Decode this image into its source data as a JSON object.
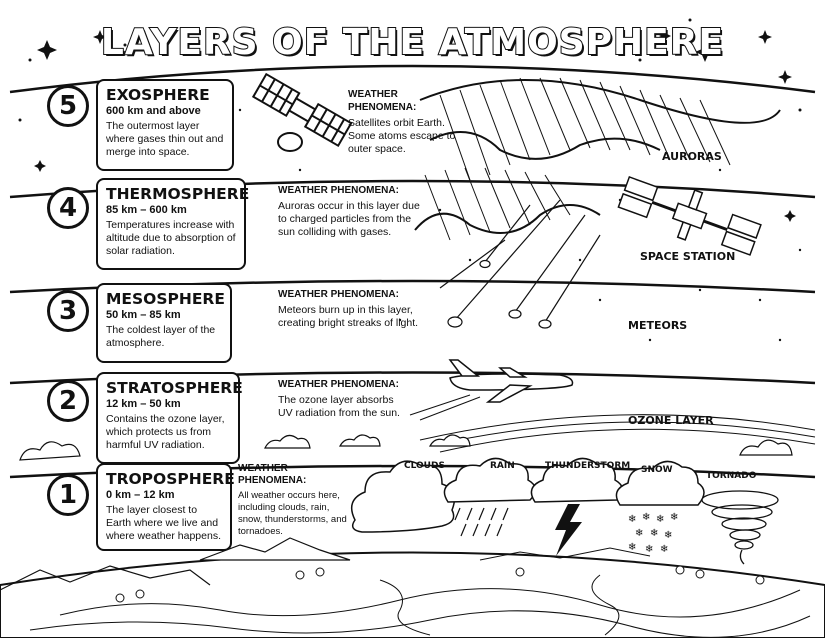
{
  "title": "LAYERS OF THE ATMOSPHERE",
  "layers": [
    {
      "number": "5",
      "name": "EXOSPHERE",
      "range": "600 km and above",
      "description": "The outermost layer where gases thin out and merge into space.",
      "weather_heading": "WEATHER PHENOMENA:",
      "weather_text": "Satellites orbit Earth. Some atoms escape to outer space."
    },
    {
      "number": "4",
      "name": "THERMOSPHERE",
      "range": "85 km – 600 km",
      "description": "Temperatures increase with altitude due to absorption of solar radiation.",
      "weather_heading": "WEATHER PHENOMENA:",
      "weather_text": "Auroras occur in this layer due to charged particles from the sun colliding with gases."
    },
    {
      "number": "3",
      "name": "MESOSPHERE",
      "range": "50 km – 85 km",
      "description": "The coldest layer of the atmosphere.",
      "weather_heading": "WEATHER PHENOMENA:",
      "weather_text": "Meteors burn up in this layer, creating bright streaks of light."
    },
    {
      "number": "2",
      "name": "STRATOSPHERE",
      "range": "12 km – 50 km",
      "description": "Contains the ozone layer, which protects us from harmful UV radiation.",
      "weather_heading": "WEATHER PHENOMENA:",
      "weather_text": "The ozone layer absorbs UV radiation from the sun."
    },
    {
      "number": "1",
      "name": "TROPOSPHERE",
      "range": "0 km – 12 km",
      "description": "The layer closest to Earth where we live and where weather happens.",
      "weather_heading": "WEATHER PHENOMENA:",
      "weather_text": "All weather occurs here, including clouds, rain, snow, thunderstorms, and tornadoes."
    }
  ],
  "labels": {
    "auroras": "AURORAS",
    "space_station": "SPACE STATION",
    "meteors": "METEORS",
    "ozone_layer": "OZONE LAYER",
    "clouds": "CLOUDS",
    "rain": "RAIN",
    "thunderstorm": "THUNDERSTORM",
    "snow": "SNOW",
    "tornado": "TORNADO"
  }
}
